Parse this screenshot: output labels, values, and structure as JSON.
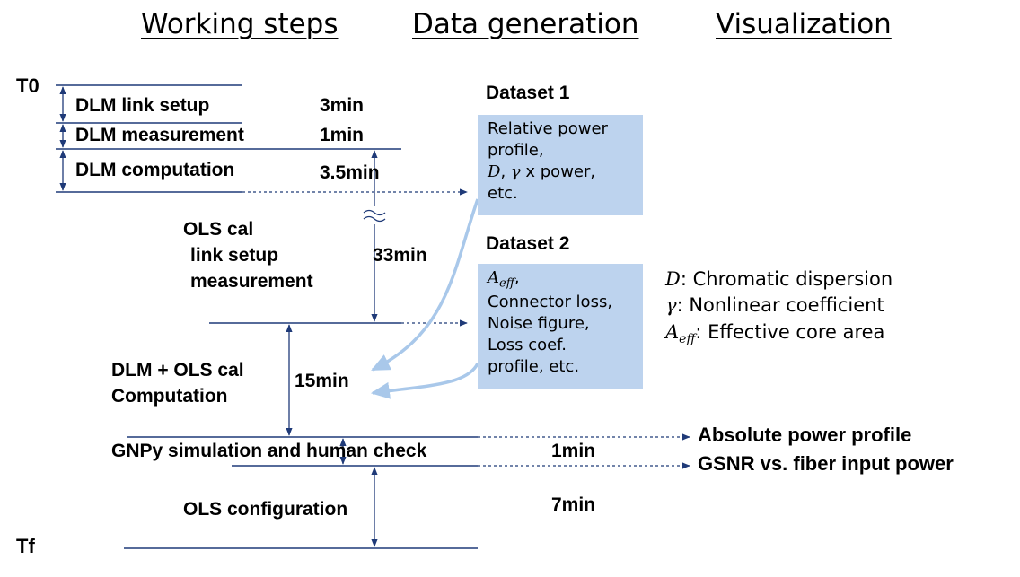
{
  "headers": {
    "working_steps": "Working steps",
    "data_generation": "Data generation",
    "visualization": "Visualization"
  },
  "time_labels": {
    "start": "T0",
    "end": "Tf"
  },
  "steps": {
    "dlm_link_setup": "DLM link setup",
    "dlm_measurement": "DLM measurement",
    "dlm_computation": "DLM computation",
    "ols_cal_line1": "OLS cal",
    "ols_cal_line2": "link setup",
    "ols_cal_line3": "measurement",
    "dlm_ols_line1": "DLM + OLS cal",
    "dlm_ols_line2": "Computation",
    "gnpy": "GNPy simulation and human check",
    "ols_config": "OLS configuration"
  },
  "durations": {
    "dlm_link_setup": "3min",
    "dlm_measurement": "1min",
    "dlm_computation": "3.5min",
    "ols_cal": "33min",
    "dlm_ols": "15min",
    "gnpy": "1min",
    "ols_config": "7min"
  },
  "datasets": {
    "dataset1": {
      "title": "Dataset 1",
      "line1": "Relative power",
      "line2": "profile,",
      "line3_d": "D",
      "line3_sep": ", ",
      "line3_gamma": "γ",
      "line3_rest": " x power,",
      "line4": "etc."
    },
    "dataset2": {
      "title": "Dataset 2",
      "line1_aeff_base": "A",
      "line1_aeff_sub": "eff",
      "line1_rest": ",",
      "line2": "Connector loss,",
      "line3": "Noise figure,",
      "line4": "Loss coef.",
      "line5": "profile, etc."
    }
  },
  "legend": {
    "d_symbol": "D",
    "d_text": ": Chromatic dispersion",
    "gamma_symbol": "γ",
    "gamma_text": ": Nonlinear coefficient",
    "aeff_base": "A",
    "aeff_sub": "eff",
    "aeff_text": ": Effective core area"
  },
  "outputs": {
    "absolute_power": "Absolute power profile",
    "gsnr": "GSNR vs. fiber input power"
  },
  "colors": {
    "line": "#1f3a78",
    "dataset_box": "#bdd3ee",
    "arrow_light": "#a9c8ea"
  }
}
